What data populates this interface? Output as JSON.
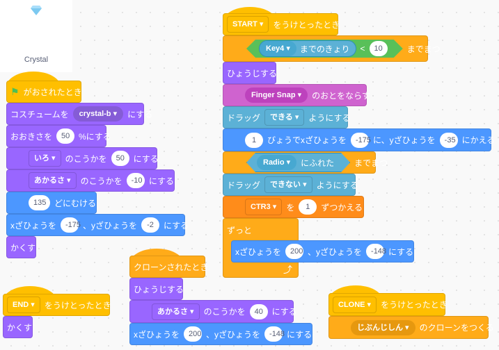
{
  "sprite": {
    "name": "Crystal",
    "icon": "diamond-icon"
  },
  "flag_script": {
    "hat": "がおされたとき",
    "costume": {
      "pre": "コスチュームを",
      "value": "crystal-b",
      "post": "にする"
    },
    "size": {
      "pre": "おおきさを",
      "value": "50",
      "post": "%にする"
    },
    "effect1": {
      "effect": "いろ",
      "mid": "のこうかを",
      "value": "50",
      "post": "にする"
    },
    "effect2": {
      "effect": "あかるさ",
      "mid": "のこうかを",
      "value": "-10",
      "post": "にする"
    },
    "direction": {
      "value": "135",
      "post": "どにむける"
    },
    "goto": {
      "pre": "xざひょうを",
      "x": "-175",
      "mid": "、yざひょうを",
      "y": "-2",
      "post": "にする"
    },
    "hide": "かくす"
  },
  "start_script": {
    "hat": {
      "message": "START",
      "post": "をうけとったとき"
    },
    "wait_distance": {
      "target": "Key4",
      "dist": "までのきょり",
      "op": "<",
      "value": "10",
      "post": "までまつ"
    },
    "show": "ひょうじする",
    "sound": {
      "value": "Finger Snap",
      "post": "のおとをならす"
    },
    "drag1": {
      "pre": "ドラッグ",
      "value": "できる",
      "post": "ようにする"
    },
    "glide": {
      "secs": "1",
      "pre": "びょうでxざひょうを",
      "x": "-175",
      "mid": "に、yざひょうを",
      "y": "-35",
      "post": "にかえる"
    },
    "wait_touch": {
      "target": "Radio",
      "touch": "にふれた",
      "post": "までまつ"
    },
    "drag2": {
      "pre": "ドラッグ",
      "value": "できない",
      "post": "ようにする"
    },
    "change_var": {
      "var": "CTR3",
      "pre": "を",
      "value": "1",
      "post": "ずつかえる"
    },
    "forever": "ずっと",
    "goto": {
      "pre": "xざひょうを",
      "x": "200",
      "mid": "、yざひょうを",
      "y": "-148",
      "post": "にする"
    }
  },
  "clone_start_script": {
    "hat": "クローンされたとき",
    "show": "ひょうじする",
    "effect": {
      "effect": "あかるさ",
      "mid": "のこうかを",
      "value": "40",
      "post": "にする"
    },
    "goto": {
      "pre": "xざひょうを",
      "x": "200",
      "mid": "、yざひょうを",
      "y": "-148",
      "post": "にする"
    }
  },
  "end_script": {
    "hat": {
      "message": "END",
      "post": "をうけとったとき"
    },
    "hide": "かくす"
  },
  "clone_msg_script": {
    "hat": {
      "message": "CLONE",
      "post": "をうけとったとき"
    },
    "create": {
      "value": "じぶんじしん",
      "post": "のクローンをつくる"
    }
  }
}
